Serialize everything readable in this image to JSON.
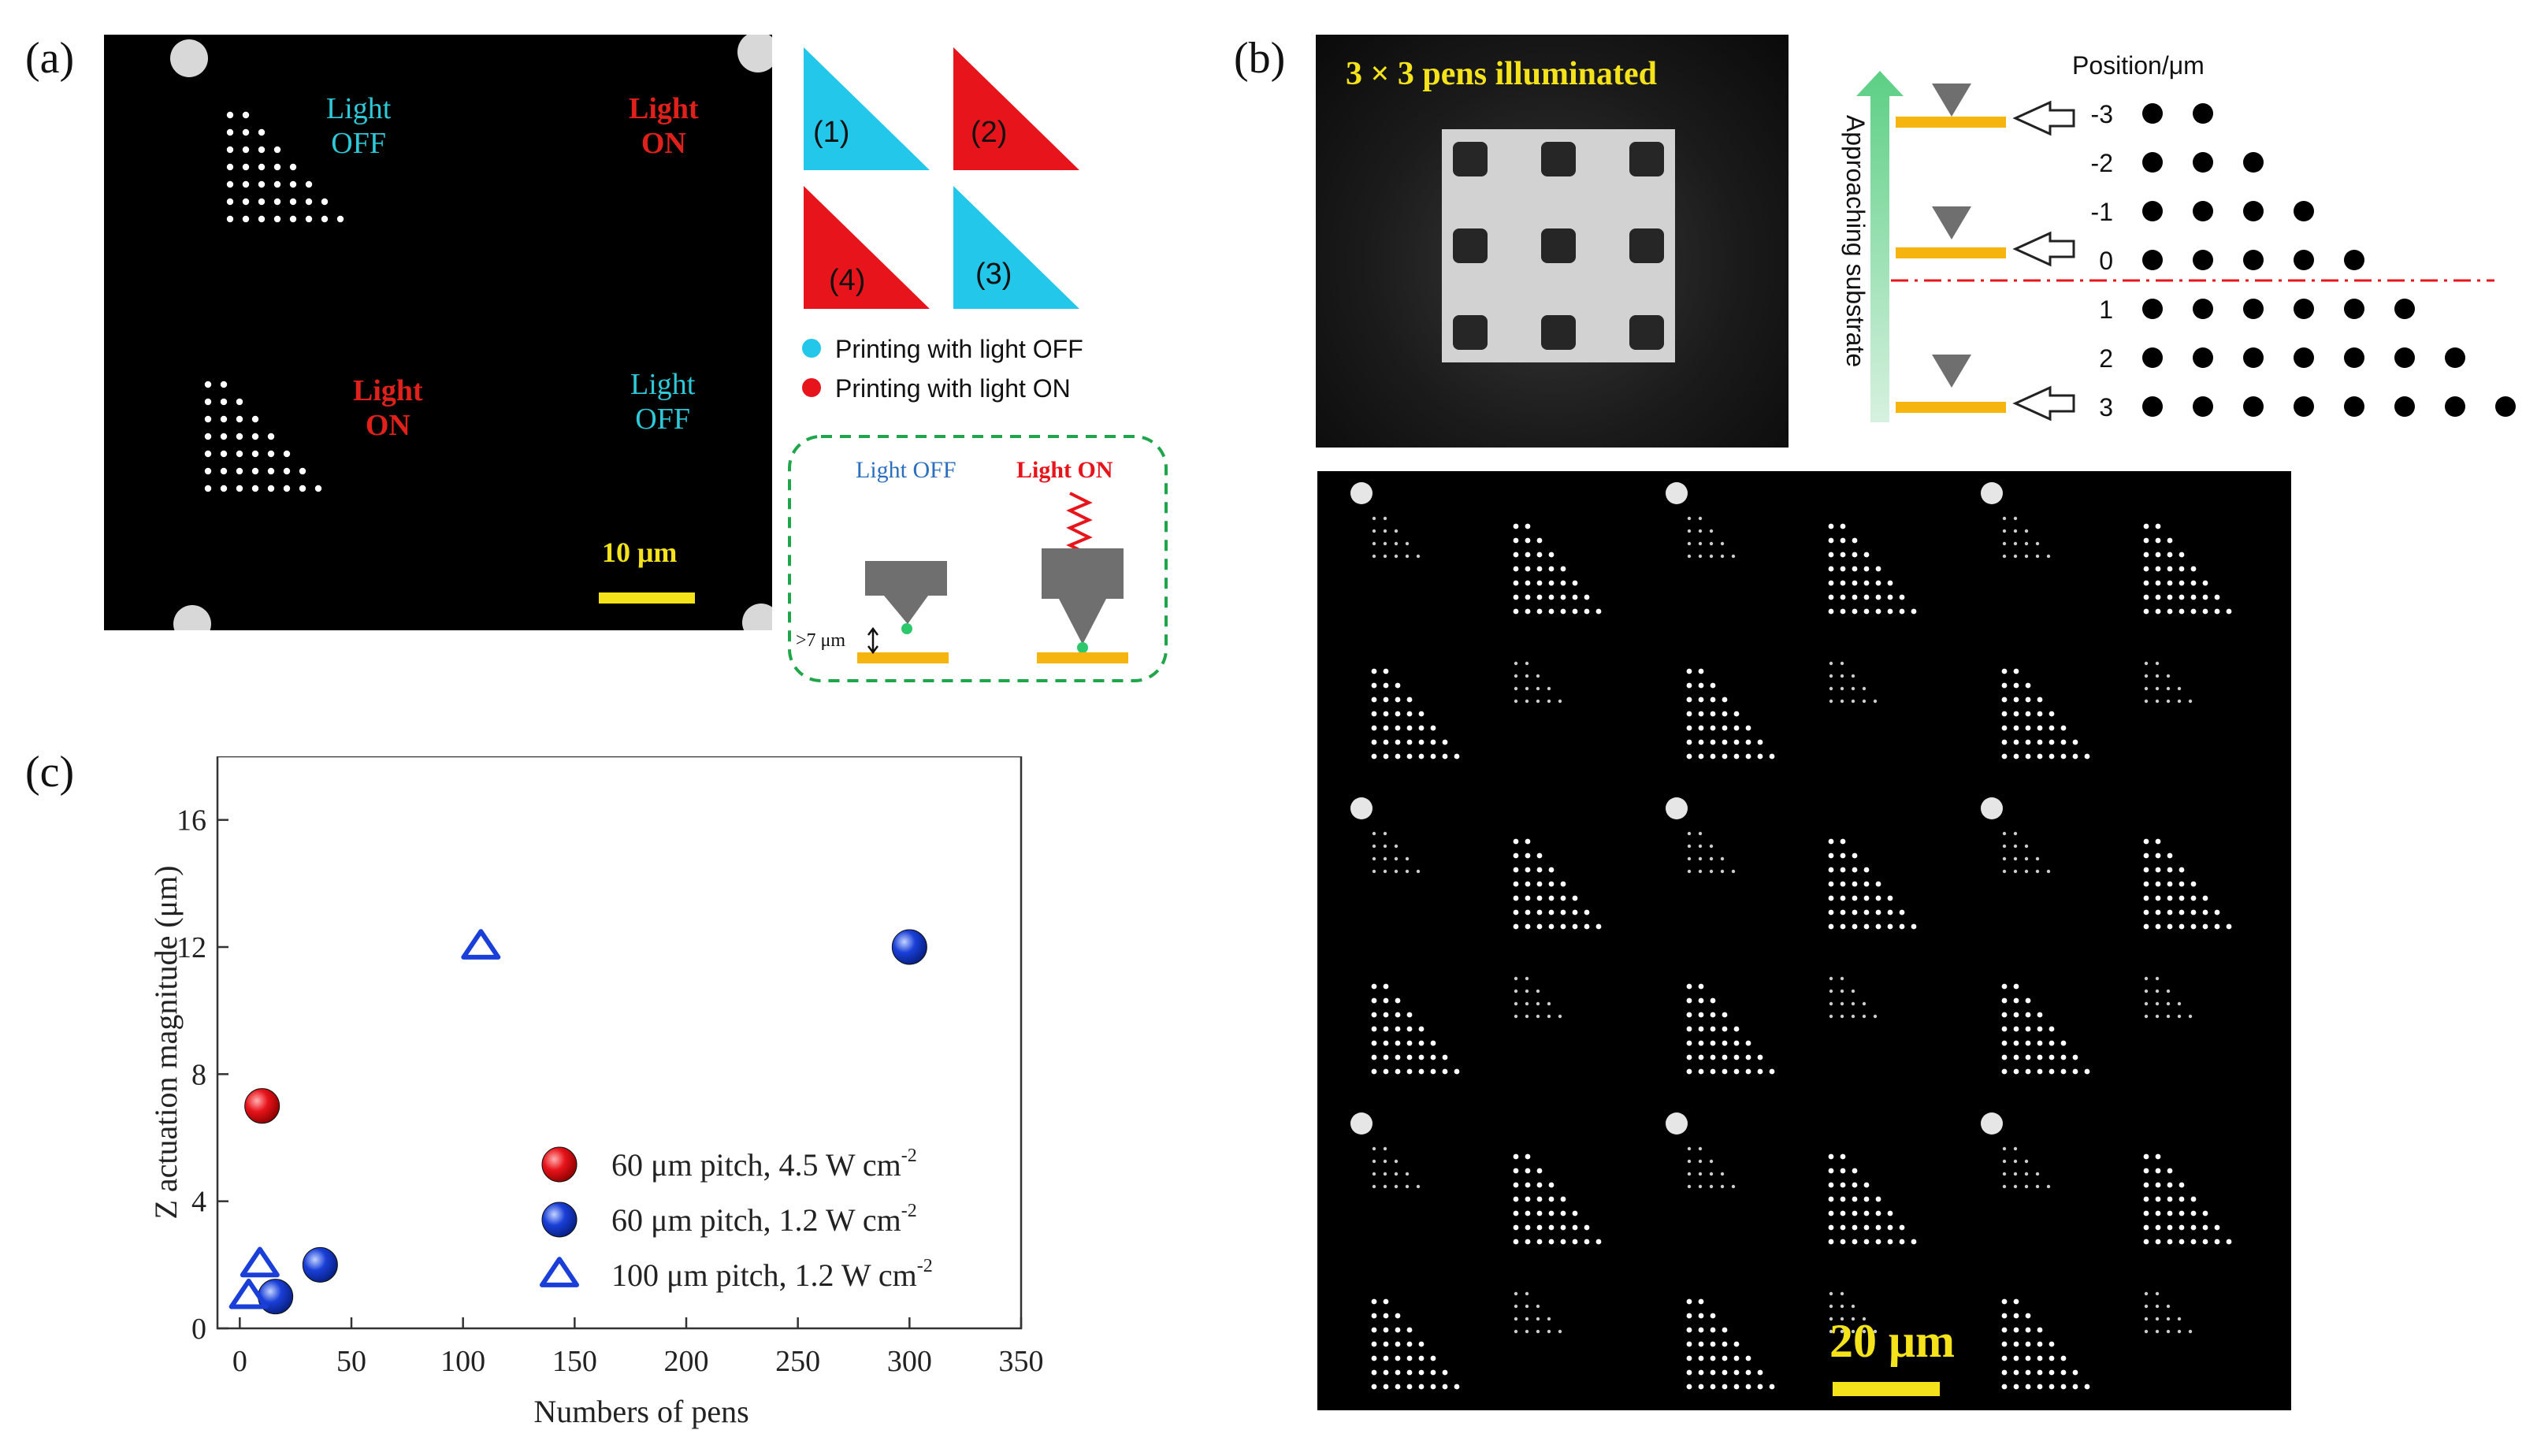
{
  "panel_a": {
    "label": "(a)",
    "light_off": "Light\nOFF",
    "light_on": "Light\nON",
    "scale_bar": "10 μm",
    "triangle_labels": [
      "(1)",
      "(2)",
      "(4)",
      "(3)"
    ],
    "legend_off": "Printing with light OFF",
    "legend_on": "Printing with light ON",
    "inset_light_off": "Light OFF",
    "inset_light_on": "Light ON",
    "gap_label": ">7 μm",
    "colors": {
      "cyan": "#22c7ea",
      "red": "#e8141b"
    }
  },
  "panel_b": {
    "label": "(b)",
    "illum_title": "3 × 3 pens illuminated",
    "position_header": "Position/μm",
    "axis_label": "Approaching substrate",
    "positions": [
      {
        "label": "-3",
        "dots": 2
      },
      {
        "label": "-2",
        "dots": 3
      },
      {
        "label": "-1",
        "dots": 4
      },
      {
        "label": "0",
        "dots": 5
      },
      {
        "label": "1",
        "dots": 6
      },
      {
        "label": "2",
        "dots": 7
      },
      {
        "label": "3",
        "dots": 8
      }
    ],
    "scale_bar": "20 μm"
  },
  "panel_c": {
    "label": "(c)",
    "chart_data": {
      "type": "scatter",
      "xlabel": "Numbers of pens",
      "ylabel": "Z actuation magnitude (μm)",
      "xlim": [
        -10,
        350
      ],
      "ylim": [
        0,
        18
      ],
      "xticks": [
        0,
        50,
        100,
        150,
        200,
        250,
        300,
        350
      ],
      "yticks": [
        0,
        4,
        8,
        12,
        16
      ],
      "legend_position": "bottom-right",
      "series": [
        {
          "name": "60 μm pitch, 4.5 W cm",
          "sup": "-2",
          "marker": "sphere",
          "color": "#e8141b",
          "points": [
            {
              "x": 10,
              "y": 7
            }
          ]
        },
        {
          "name": "60 μm pitch, 1.2 W cm",
          "sup": "-2",
          "marker": "sphere",
          "color": "#1a3fd8",
          "points": [
            {
              "x": 16,
              "y": 1
            },
            {
              "x": 36,
              "y": 2
            },
            {
              "x": 300,
              "y": 12
            }
          ]
        },
        {
          "name": "100 μm pitch, 1.2 W cm",
          "sup": "-2",
          "marker": "triangle",
          "color": "#1a3fd8",
          "points": [
            {
              "x": 4,
              "y": 1
            },
            {
              "x": 9,
              "y": 2
            },
            {
              "x": 108,
              "y": 12
            }
          ]
        }
      ]
    }
  }
}
